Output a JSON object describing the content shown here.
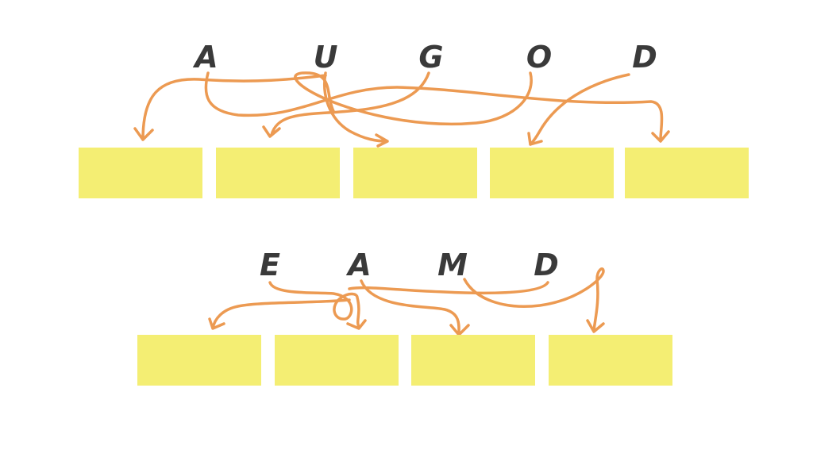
{
  "puzzles": [
    {
      "letters": [
        "A",
        "U",
        "G",
        "O",
        "D"
      ],
      "slot_count": 5
    },
    {
      "letters": [
        "E",
        "A",
        "M",
        "D"
      ],
      "slot_count": 4
    }
  ],
  "colors": {
    "slot": "#f4ee73",
    "arrow": "#ec9a52",
    "letter": "#3a3a3a"
  }
}
